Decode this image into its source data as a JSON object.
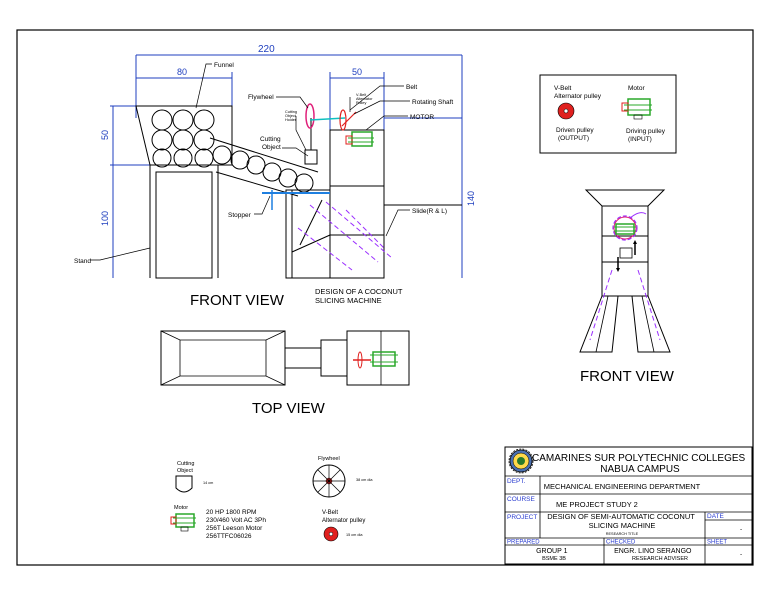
{
  "front_view": {
    "dim_total": "220",
    "dim_funnel": "80",
    "dim_tower": "50",
    "dim_funnel_height": "50",
    "dim_stand_height": "100",
    "dim_tower_height": "140",
    "label_funnel": "Funnel",
    "label_flywheel": "Flywheel",
    "label_cutting_holder": [
      "Cutting",
      "Object",
      "Holder"
    ],
    "label_valt": [
      "V-Belt",
      "Alternator",
      "Pulley"
    ],
    "label_belt": "Belt",
    "label_rotating_shaft": "Rotating Shaft",
    "label_motor": "MOTOR",
    "label_cutting_object": [
      "Cutting",
      "Object"
    ],
    "label_stopper": "Stopper",
    "label_slide": "Slide(R & L)",
    "label_stand": "Stand",
    "title": "FRONT VIEW",
    "design_title": [
      "DESIGN OF A COCONUT",
      "SLICING MACHINE"
    ]
  },
  "legend_box": {
    "valt_label": [
      "V-Belt",
      "Alternator pulley"
    ],
    "motor_label": "Motor",
    "driven_label": [
      "Driven pulley",
      "(OUTPUT)"
    ],
    "driving_label": [
      "Driving pulley",
      "(INPUT)"
    ]
  },
  "side_view": {
    "title": "FRONT VIEW"
  },
  "top_view": {
    "title": "TOP VIEW"
  },
  "parts": {
    "cutting_object": [
      "Cutting",
      "Object"
    ],
    "cutting_object_size": "14 cm",
    "motor": "Motor",
    "motor_specs": [
      "20 HP 1800 RPM",
      "230/460 Volt AC 3Ph",
      "256T Leeson Motor",
      "256TTFC06026"
    ],
    "flywheel": "Flywheel",
    "flywheel_size": "38 cm dia",
    "valt": [
      "V-Belt",
      "Alternator pulley"
    ],
    "valt_size": "15 cm dia"
  },
  "title_block": {
    "school": [
      "CAMARINES SUR POLYTECHNIC COLLEGES",
      "NABUA CAMPUS"
    ],
    "dept_label": "DEPT.",
    "dept_value": "MECHANICAL ENGINEERING DEPARTMENT",
    "course_label": "COURSE",
    "course_value": "ME PROJECT STUDY 2",
    "project_label": "PROJECT",
    "project_value": [
      "DESIGN OF SEMI-AUTOMATIC COCONUT",
      "SLICING MACHINE"
    ],
    "research_title": "RESEARCH TITLE",
    "date_label": "DATE",
    "date_value": "-",
    "prepared_label": "PREPARED",
    "checked_label": "CHECKED",
    "sheet_label": "SHEET",
    "prepared_value": [
      "GROUP 1",
      "BSME 3B"
    ],
    "checked_value": [
      "ENGR. LINO SERANGO",
      "RESEARCH ADVISER"
    ],
    "sheet_value": "-"
  },
  "colors": {
    "dimension": "#1f3fbf",
    "flywheel": "#e0207a",
    "motor_green": "#2aa82a",
    "pulley_red": "#e0201e",
    "slide": "#9b30ff",
    "stopper": "#1e7fe0",
    "belt": "#0fc0c0",
    "label_blue": "#2a3ccf"
  }
}
